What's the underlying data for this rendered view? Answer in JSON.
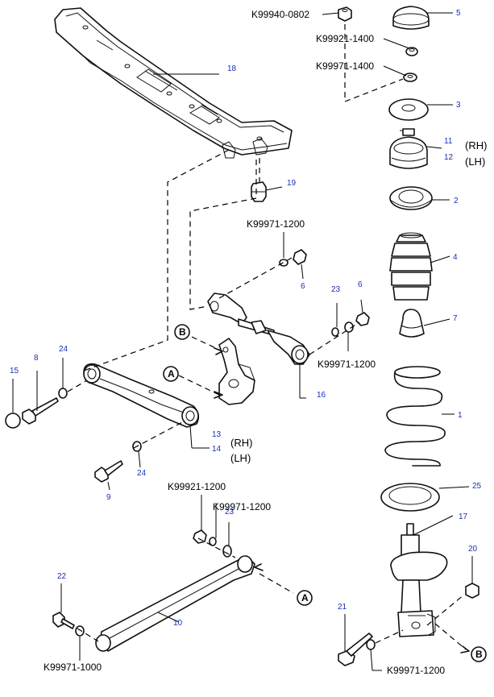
{
  "diagram": {
    "part_numbers": {
      "p1": "1",
      "p2": "2",
      "p3": "3",
      "p4": "4",
      "p5": "5",
      "p6a": "6",
      "p6b": "6",
      "p7": "7",
      "p8": "8",
      "p9": "9",
      "p10": "10",
      "p11": "11",
      "p12": "12",
      "p13": "13",
      "p14": "14",
      "p15": "15",
      "p16": "16",
      "p17": "17",
      "p18": "18",
      "p19": "19",
      "p20": "20",
      "p21": "21",
      "p22": "22",
      "p23a": "23",
      "p23b": "23",
      "p24a": "24",
      "p24b": "24",
      "p25": "25"
    },
    "codes": {
      "c1": "K99940-0802",
      "c2": "K99921-1400",
      "c3": "K99971-1400",
      "c4": "K99971-1200",
      "c5": "K99971-1200",
      "c6": "K99921-1200",
      "c7": "K99971-1200",
      "c8": "K99971-1000",
      "c9": "K99971-1200"
    },
    "side_labels": {
      "rh_top": "(RH)",
      "lh_top": "(LH)",
      "rh_mid": "(RH)",
      "lh_mid": "(LH)"
    },
    "callouts": {
      "a1": "A",
      "a2": "A",
      "b1": "B",
      "b2": "B"
    }
  }
}
